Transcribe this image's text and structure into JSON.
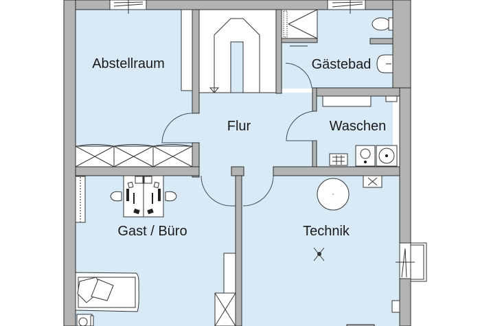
{
  "plan": {
    "title": "Floor plan",
    "colors": {
      "floor": "#d9eaf7",
      "wall": "#b3b3b3",
      "outline": "#2b2b2b",
      "furniture": "#ffffff",
      "text": "#1a1a1a"
    },
    "rooms": [
      {
        "id": "abstellraum",
        "label": "Abstellraum"
      },
      {
        "id": "gaestebad",
        "label": "Gästebad"
      },
      {
        "id": "flur",
        "label": "Flur"
      },
      {
        "id": "waschen",
        "label": "Waschen"
      },
      {
        "id": "gast-buero",
        "label": "Gast / Büro"
      },
      {
        "id": "technik",
        "label": "Technik"
      }
    ],
    "fixtures": [
      {
        "room": "abstellraum",
        "icon": "wardrobe-icon",
        "count": 3
      },
      {
        "room": "stairs",
        "icon": "staircase-icon"
      },
      {
        "room": "gaestebad",
        "icon": "shower-icon"
      },
      {
        "room": "gaestebad",
        "icon": "toilet-icon"
      },
      {
        "room": "gaestebad",
        "icon": "sink-icon"
      },
      {
        "room": "waschen",
        "icon": "countertop-icon"
      },
      {
        "room": "waschen",
        "icon": "boiler-icon"
      },
      {
        "room": "waschen",
        "icon": "dryer-icon"
      },
      {
        "room": "waschen",
        "icon": "washing-machine-icon"
      },
      {
        "room": "waschen",
        "icon": "heater-icon"
      },
      {
        "room": "gast-buero",
        "icon": "radiator-icon"
      },
      {
        "room": "gast-buero",
        "icon": "desk-icon",
        "count": 2
      },
      {
        "room": "gast-buero",
        "icon": "office-chair-icon",
        "count": 2
      },
      {
        "room": "gast-buero",
        "icon": "bed-icon"
      },
      {
        "room": "gast-buero",
        "icon": "closet-icon"
      },
      {
        "room": "technik",
        "icon": "tank-icon"
      },
      {
        "room": "technik",
        "icon": "vent-icon"
      },
      {
        "room": "technik",
        "icon": "ceiling-light-icon"
      },
      {
        "room": "technik",
        "icon": "window-icon"
      }
    ]
  }
}
